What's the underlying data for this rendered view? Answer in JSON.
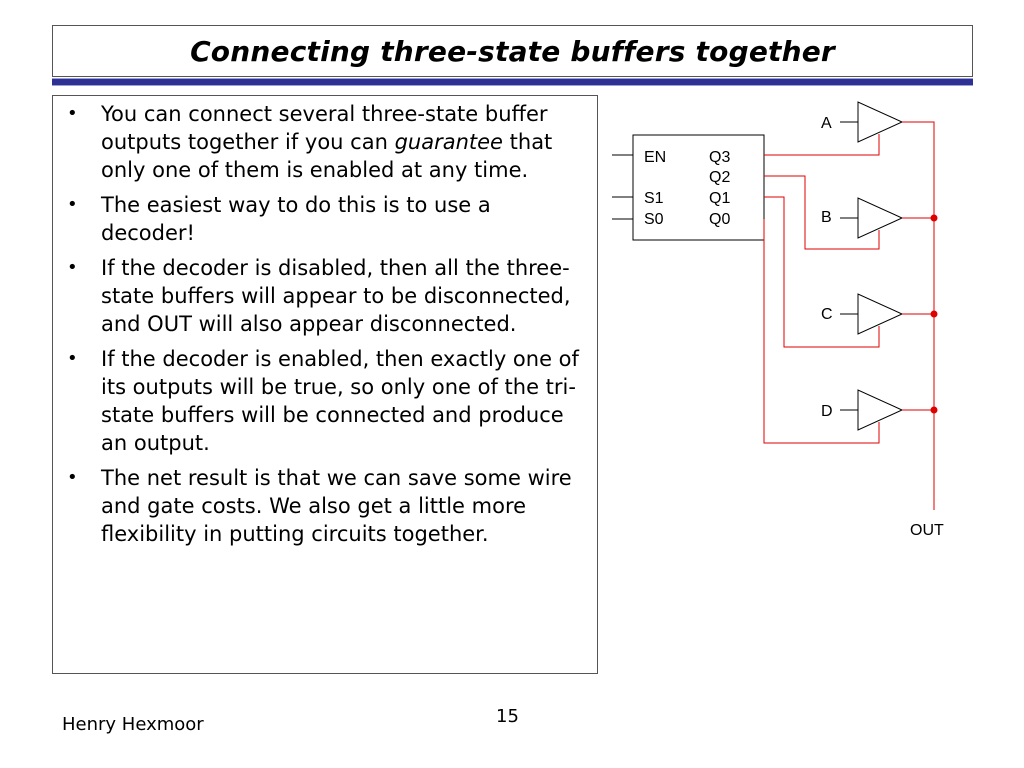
{
  "slide": {
    "title": "Connecting three-state buffers together",
    "bullets": [
      {
        "parts": [
          {
            "text": "You can connect several three-state buffer outputs together if you can "
          },
          {
            "text": "guarantee",
            "italic": true
          },
          {
            "text": " that only one of them is enabled at any time."
          }
        ]
      },
      {
        "parts": [
          {
            "text": "The easiest way to do this is to use a decoder!"
          }
        ]
      },
      {
        "parts": [
          {
            "text": "If the decoder is disabled, then all the three-state buffers will appear to be disconnected, and OUT will also appear disconnected."
          }
        ]
      },
      {
        "parts": [
          {
            "text": "If the decoder is enabled, then exactly one of its outputs will be true, so only one of the tri-state buffers will be connected and produce an output."
          }
        ]
      },
      {
        "parts": [
          {
            "text": "The net result is that we can save some wire and gate costs. We also get a little more flexibility in putting circuits together."
          }
        ]
      }
    ],
    "footer_author": "Henry Hexmoor",
    "page_number": "15"
  },
  "diagram": {
    "decoder_inputs": [
      "EN",
      "S1",
      "S0"
    ],
    "decoder_outputs": [
      "Q3",
      "Q2",
      "Q1",
      "Q0"
    ],
    "buffer_labels": [
      "A",
      "B",
      "C",
      "D"
    ],
    "output_label": "OUT",
    "colors": {
      "wire": "#e00000",
      "line": "#000000"
    }
  }
}
